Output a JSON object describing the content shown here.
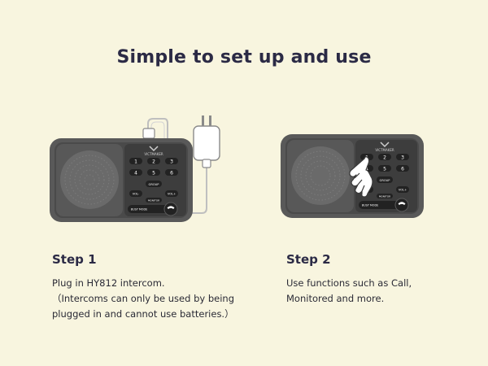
{
  "title": "Simple to set up and use",
  "device": {
    "brand": "VICTMAKER",
    "keys": [
      "1",
      "2",
      "3",
      "4",
      "5",
      "6"
    ],
    "group_label": "GROUP",
    "vol_down_label": "VOL-",
    "vol_up_label": "VOL+",
    "monitor_label": "MONITOR",
    "busy_mode_label": "BUSY MODE"
  },
  "step1": {
    "title": "Step 1",
    "lines": [
      "Plug in HY812 intercom.",
      "（Intercoms can only be used by being",
      "plugged in and cannot use batteries.）"
    ]
  },
  "step2": {
    "title": "Step 2",
    "lines": [
      "Use functions such as Call,",
      "Monitored and more."
    ]
  },
  "colors": {
    "background": "#f8f5df",
    "device_body": "#5a5a5a",
    "device_face": "#474747",
    "key": "#2f2f2f"
  }
}
